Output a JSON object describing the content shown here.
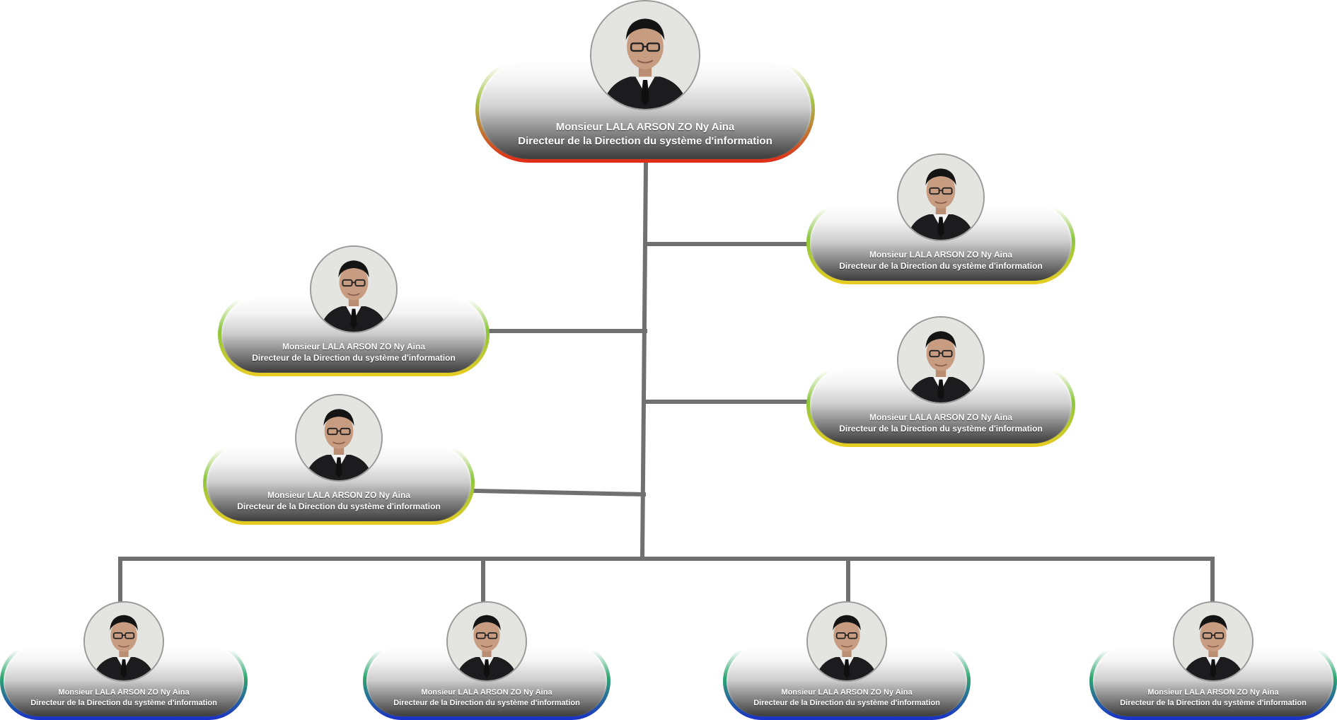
{
  "org_chart": {
    "root": {
      "name": "Monsieur  LALA ARSON ZO Ny Aina",
      "title": "Directeur de la Direction du système d'information",
      "photo": "portrait-photo"
    },
    "mid_left": [
      {
        "name": "Monsieur  LALA ARSON ZO Ny Aina",
        "title": "Directeur de la Direction du système d'information"
      },
      {
        "name": "Monsieur  LALA ARSON ZO Ny Aina",
        "title": "Directeur de la Direction du système d'information"
      }
    ],
    "mid_right": [
      {
        "name": "Monsieur  LALA ARSON ZO Ny Aina",
        "title": "Directeur de la Direction du système d'information"
      },
      {
        "name": "Monsieur  LALA ARSON ZO Ny Aina",
        "title": "Directeur de la Direction du système d'information"
      }
    ],
    "bottom": [
      {
        "name": "Monsieur  LALA ARSON ZO Ny Aina",
        "title": "Directeur de la Direction du système d'information"
      },
      {
        "name": "Monsieur  LALA ARSON ZO Ny Aina",
        "title": "Directeur de la Direction du système d'information"
      },
      {
        "name": "Monsieur  LALA ARSON ZO Ny Aina",
        "title": "Directeur de la Direction du système d'information"
      },
      {
        "name": "Monsieur  LALA ARSON ZO Ny Aina",
        "title": "Directeur de la Direction du système d'information"
      }
    ]
  },
  "colors": {
    "connector": "#707070",
    "accent_root": "#e02a17",
    "accent_mid": "#e8cc22",
    "accent_bottom": "#1a2fc8",
    "label_text": "#ffffff"
  }
}
